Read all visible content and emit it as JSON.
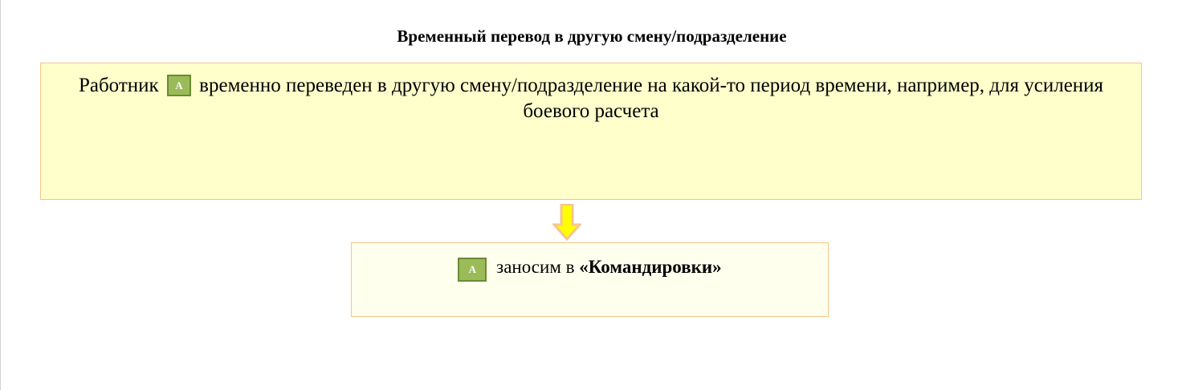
{
  "title": "Временный перевод в другую смену/подразделение",
  "top_box": {
    "text_before": "Работник",
    "badge_label": "A",
    "text_after": "временно переведен в другую смену/подразделение на какой-то период времени, например, для усиления боевого расчета"
  },
  "bottom_box": {
    "badge_label": "A",
    "text": "заносим в",
    "emphasis": "«Командировки»"
  },
  "colors": {
    "top_box_fill": "#ffffcc",
    "bottom_box_fill": "#ffffee",
    "box_border": "#f5c58a",
    "badge_fill": "#9bbb59",
    "badge_border": "#6a8a35",
    "arrow_fill": "#ffff00",
    "arrow_outline": "#f7c58f"
  }
}
